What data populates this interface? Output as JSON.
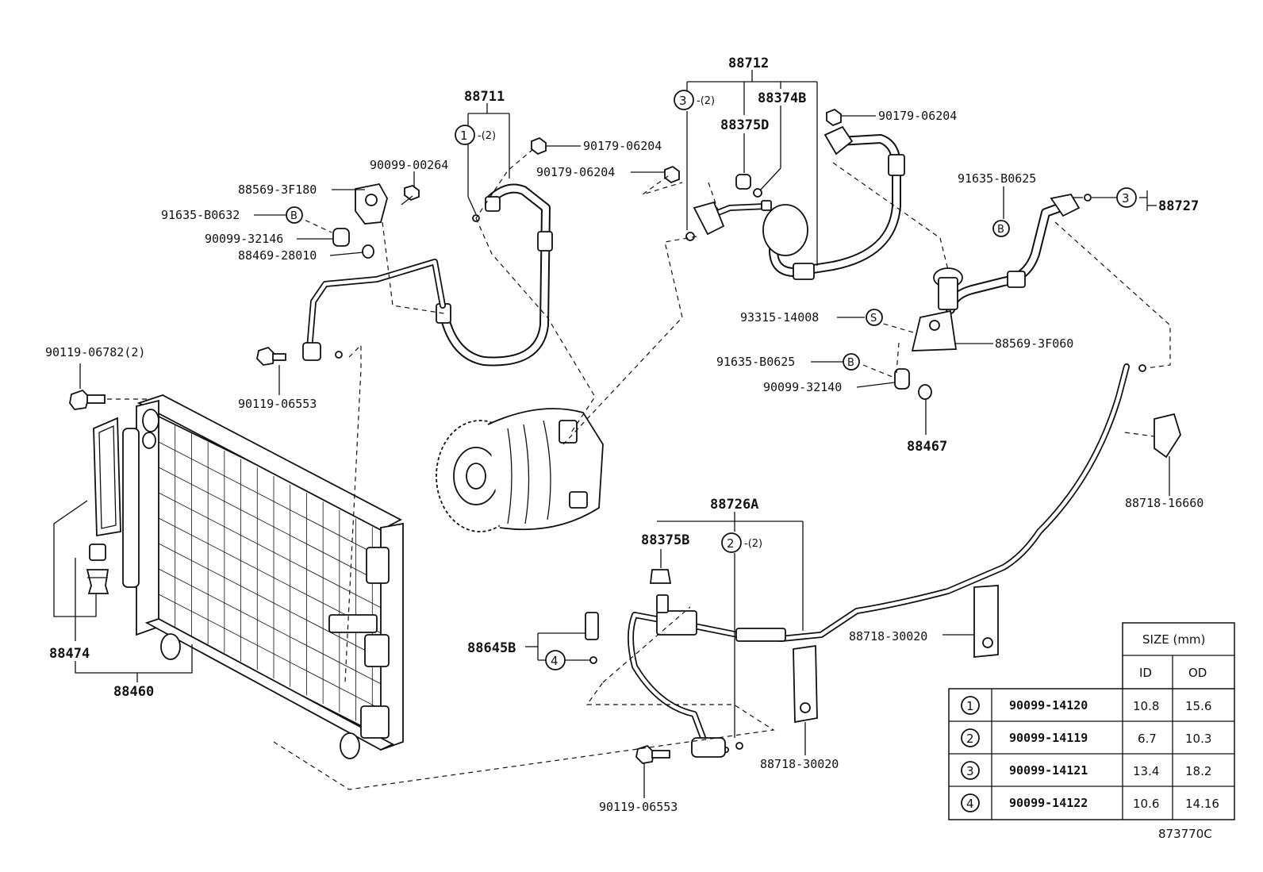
{
  "diagram": {
    "figure_code": "873770C",
    "labels": [
      {
        "id": "p88711",
        "text": "88711",
        "big": true
      },
      {
        "id": "p88712",
        "text": "88712",
        "big": true
      },
      {
        "id": "p88374b",
        "text": "88374B",
        "big": true
      },
      {
        "id": "p88375d",
        "text": "88375D",
        "big": true
      },
      {
        "id": "p90179a",
        "text": "90179-06204"
      },
      {
        "id": "p90179b",
        "text": "90179-06204"
      },
      {
        "id": "p90179c",
        "text": "90179-06204"
      },
      {
        "id": "p90099_00264",
        "text": "90099-00264"
      },
      {
        "id": "p88569_3f180",
        "text": "88569-3F180"
      },
      {
        "id": "p91635_b0632",
        "text": "91635-B0632"
      },
      {
        "id": "p90099_32146",
        "text": "90099-32146"
      },
      {
        "id": "p88469_28010",
        "text": "88469-28010"
      },
      {
        "id": "p91635_b0625a",
        "text": "91635-B0625"
      },
      {
        "id": "p88727",
        "text": "88727",
        "big": true
      },
      {
        "id": "p93315_14008",
        "text": "93315-14008"
      },
      {
        "id": "p88569_3f060",
        "text": "88569-3F060"
      },
      {
        "id": "p91635_b0625b",
        "text": "91635-B0625"
      },
      {
        "id": "p90099_32140",
        "text": "90099-32140"
      },
      {
        "id": "p88467",
        "text": "88467",
        "big": true
      },
      {
        "id": "p90119_06782",
        "text": "90119-06782(2)"
      },
      {
        "id": "p90119_06553a",
        "text": "90119-06553"
      },
      {
        "id": "p88474",
        "text": "88474",
        "big": true
      },
      {
        "id": "p88460",
        "text": "88460",
        "big": true
      },
      {
        "id": "p88726a",
        "text": "88726A",
        "big": true
      },
      {
        "id": "p88375b",
        "text": "88375B",
        "big": true
      },
      {
        "id": "p88645b",
        "text": "88645B",
        "big": true
      },
      {
        "id": "p88718_16660",
        "text": "88718-16660"
      },
      {
        "id": "p88718_30020a",
        "text": "88718-30020"
      },
      {
        "id": "p88718_30020b",
        "text": "88718-30020"
      },
      {
        "id": "p90119_06553b",
        "text": "90119-06553"
      }
    ],
    "callouts": [
      {
        "id": "c1",
        "mark": "1",
        "qty": "-(2)"
      },
      {
        "id": "c3a",
        "mark": "3",
        "qty": "-(2)"
      },
      {
        "id": "c3b",
        "mark": "3",
        "qty": ""
      },
      {
        "id": "c2",
        "mark": "2",
        "qty": "-(2)"
      },
      {
        "id": "c4",
        "mark": "4",
        "qty": ""
      },
      {
        "id": "bA",
        "mark": "B",
        "qty": ""
      },
      {
        "id": "bB",
        "mark": "B",
        "qty": ""
      },
      {
        "id": "bC",
        "mark": "B",
        "qty": ""
      },
      {
        "id": "sA",
        "mark": "S",
        "qty": ""
      }
    ]
  },
  "size_table": {
    "title": "SIZE (mm)",
    "col_id": "ID",
    "col_od": "OD",
    "rows": [
      {
        "mark": "1",
        "part": "90099-14120",
        "id": "10.8",
        "od": "15.6"
      },
      {
        "mark": "2",
        "part": "90099-14119",
        "id": "6.7",
        "od": "10.3"
      },
      {
        "mark": "3",
        "part": "90099-14121",
        "id": "13.4",
        "od": "18.2"
      },
      {
        "mark": "4",
        "part": "90099-14122",
        "id": "10.6",
        "od": "14.16"
      }
    ]
  }
}
